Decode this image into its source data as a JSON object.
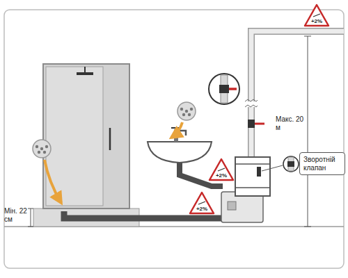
{
  "diagram": {
    "nodes": [
      {
        "text": [
          "+2%"
        ]
      },
      {
        "text": [
          "Зворотній клапан"
        ]
      },
      {
        "text": [
          "+2%"
        ]
      },
      {
        "text": [
          "+2%"
        ]
      }
    ],
    "labels": [
      "Мін. 22 см",
      "Макс. 20 м"
    ]
  }
}
